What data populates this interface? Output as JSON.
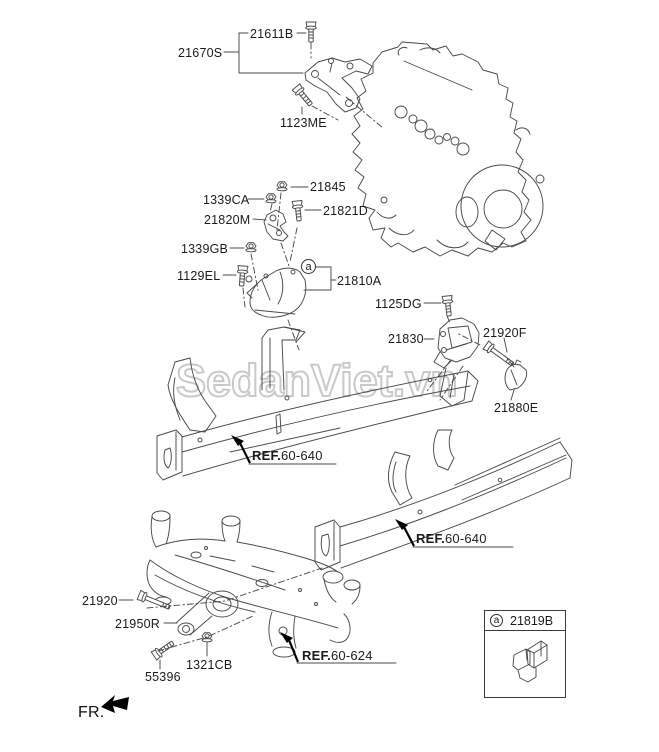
{
  "watermark": {
    "text": "SedanViet.vn"
  },
  "direction": {
    "label": "FR."
  },
  "callout": {
    "marker": "a",
    "part": "21819B"
  },
  "parts": {
    "21611B": "21611B",
    "21670S": "21670S",
    "1123ME": "1123ME",
    "21845": "21845",
    "1339CA": "1339CA",
    "21821D": "21821D",
    "21820M": "21820M",
    "1339GB": "1339GB",
    "1129EL": "1129EL",
    "21810A": "21810A",
    "1125DG": "1125DG",
    "21830": "21830",
    "21920F": "21920F",
    "21880E": "21880E",
    "21920": "21920",
    "21950R": "21950R",
    "1321CB": "1321CB",
    "55396": "55396"
  },
  "refs": {
    "prefix": "REF.",
    "60640": "60-640",
    "60624": "60-624"
  },
  "colors": {
    "line": "#4a4a4a",
    "label": "#1b1b1b",
    "watermark_outline": "#c9c9c9",
    "arrow": "#000000"
  }
}
